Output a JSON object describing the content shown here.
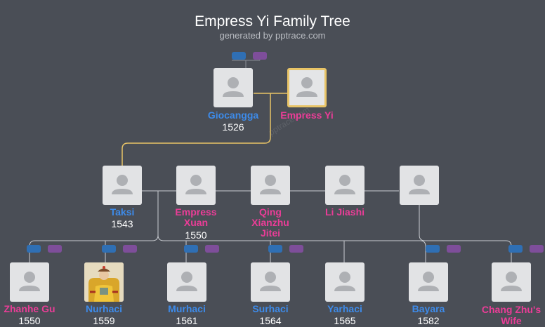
{
  "header": {
    "title": "Empress Yi Family Tree",
    "subtitle": "generated by pptrace.com",
    "watermark": "pptrace.com"
  },
  "colors": {
    "background": "#4a4e56",
    "male": "#3d8bea",
    "female": "#ea3d97",
    "selected_border": "#e8c467",
    "badge_blue": "#2f6fb4",
    "badge_purple": "#7e4e9a"
  },
  "people": {
    "giocangga": {
      "name": "Giocangga",
      "year": "1526",
      "gender": "male"
    },
    "empress_yi": {
      "name": "Empress Yi",
      "year": "",
      "gender": "female"
    },
    "taksi": {
      "name": "Taksi",
      "year": "1543",
      "gender": "male"
    },
    "empress_xuan": {
      "name": "Empress Xuan",
      "year": "1550",
      "gender": "female"
    },
    "qing_xianzhu_jitei": {
      "name": "Qing Xianzhu Jitei",
      "year": "",
      "gender": "female"
    },
    "li_jiashi": {
      "name": "Li Jiashi",
      "year": "",
      "gender": "female"
    },
    "unknown_spouse": {
      "name": "",
      "year": "",
      "gender": "unknown"
    },
    "zhanhe_gu": {
      "name": "Zhanhe Gu",
      "year": "1550",
      "gender": "female"
    },
    "nurhaci": {
      "name": "Nurhaci",
      "year": "1559",
      "gender": "male",
      "icon": "emperor-portrait"
    },
    "murhaci": {
      "name": "Murhaci",
      "year": "1561",
      "gender": "male"
    },
    "surhaci": {
      "name": "Surhaci",
      "year": "1564",
      "gender": "male"
    },
    "yarhaci": {
      "name": "Yarhaci",
      "year": "1565",
      "gender": "male"
    },
    "bayara": {
      "name": "Bayara",
      "year": "1582",
      "gender": "male"
    },
    "chang_zhus_wife": {
      "name": "Chang Zhu's Wife",
      "year": "",
      "gender": "female"
    }
  }
}
